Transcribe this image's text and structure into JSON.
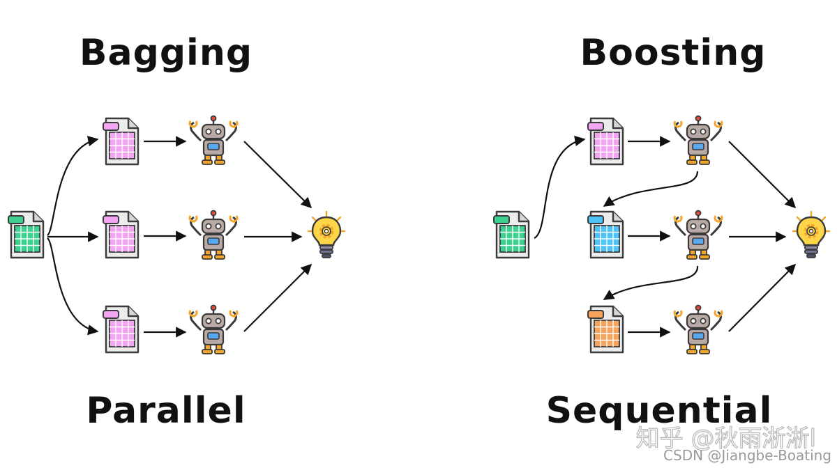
{
  "bagging": {
    "title": "Bagging",
    "mode": "Parallel"
  },
  "boosting": {
    "title": "Boosting",
    "mode": "Sequential"
  },
  "watermark": {
    "zhihu": "知乎 @秋雨淅淅l",
    "csdn": "CSDN @Jiangbe-Boating"
  },
  "colors": {
    "source_sheet": "#3ccf8e",
    "bagging_sheet": "#f2a6f2",
    "boosting_sheet_1": "#f2a6f2",
    "boosting_sheet_2": "#4fc3f7",
    "boosting_sheet_3": "#f6a35c",
    "robot_body": "#b9aaa5",
    "robot_accent": "#f4a52c",
    "robot_screen": "#59a8f0",
    "bulb": "#ffd54a",
    "arrow": "#111111"
  },
  "icons": [
    "spreadsheet-icon",
    "robot-icon",
    "lightbulb-gear-icon"
  ]
}
